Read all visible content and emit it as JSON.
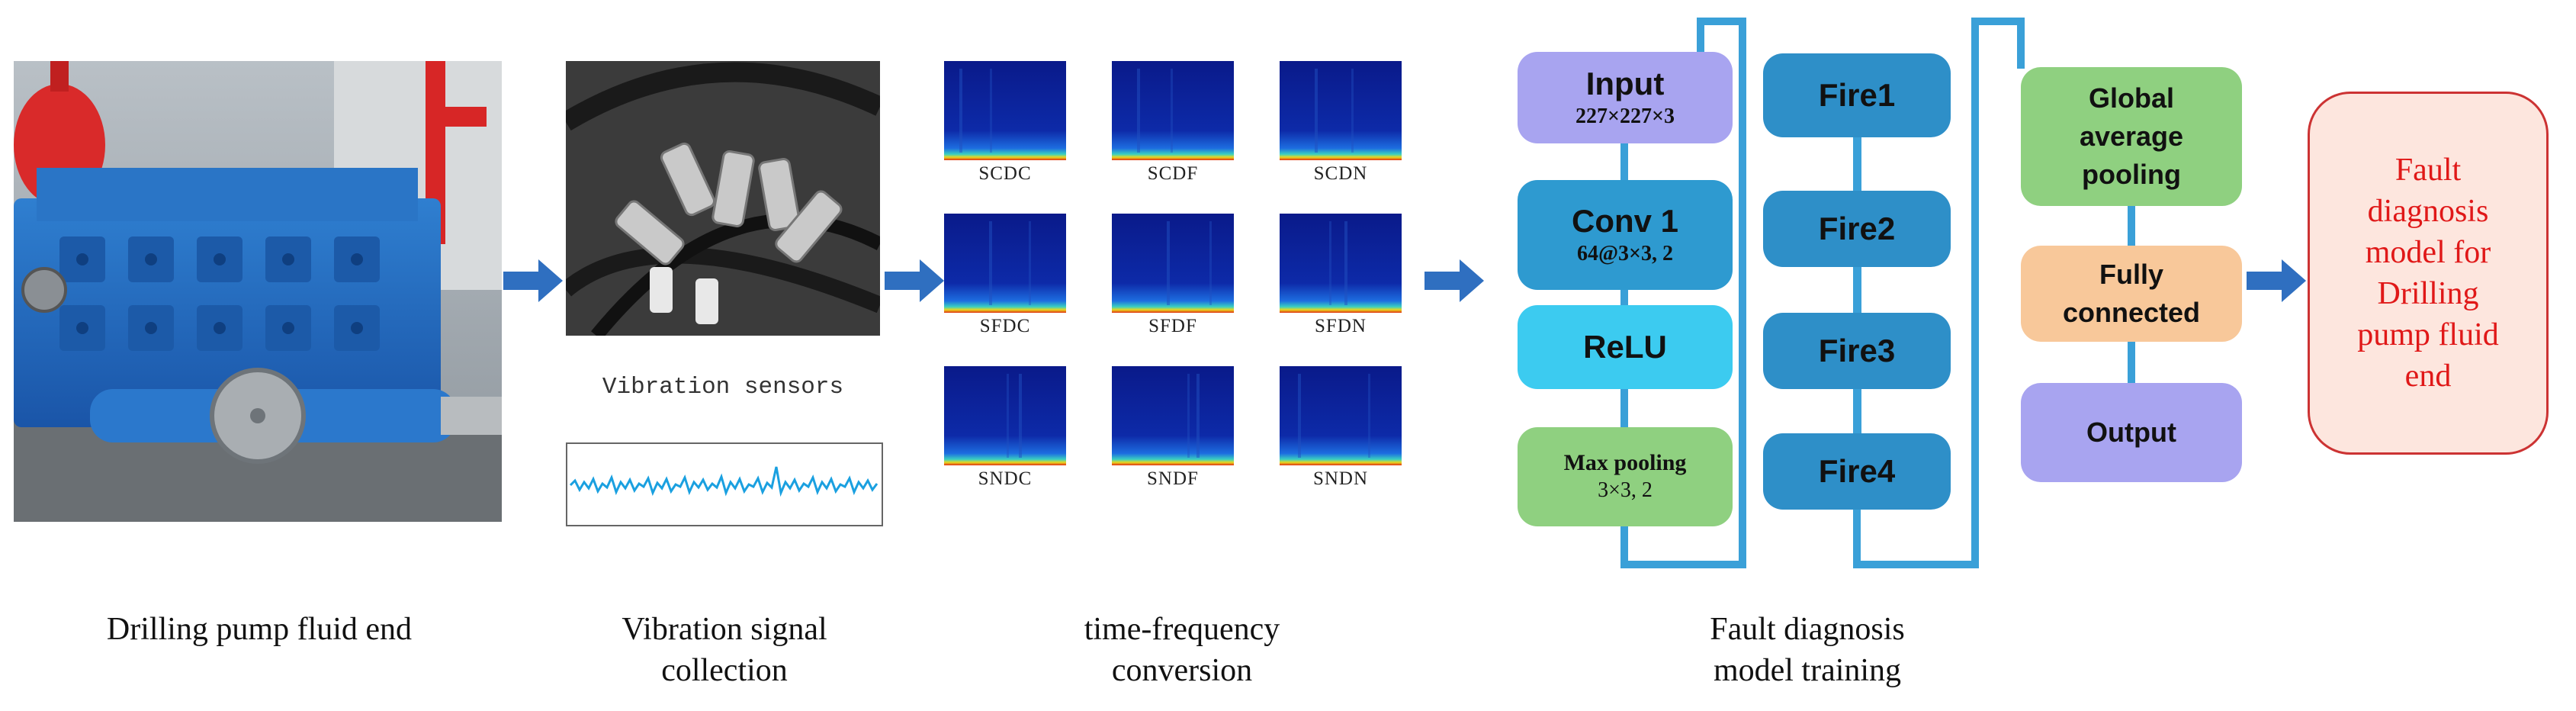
{
  "captions": {
    "pump": "Drilling pump fluid end",
    "vibration": [
      "Vibration signal",
      "collection"
    ],
    "tf": [
      "time-frequency",
      "conversion"
    ],
    "training": [
      "Fault diagnosis",
      "model training"
    ]
  },
  "sensor_label": "Vibration sensors",
  "spectrograms": [
    "SCDC",
    "SCDF",
    "SCDN",
    "SFDC",
    "SFDF",
    "SFDN",
    "SNDC",
    "SNDF",
    "SNDN"
  ],
  "cnn": {
    "input": {
      "title": "Input",
      "sub": "227×227×3"
    },
    "conv": {
      "title": "Conv 1",
      "sub": "64@3×3, 2"
    },
    "relu": {
      "title": "ReLU"
    },
    "pool": {
      "title": "Max pooling",
      "sub": "3×3, 2"
    },
    "fires": [
      "Fire1",
      "Fire2",
      "Fire3",
      "Fire4"
    ],
    "gap": [
      "Global",
      "average",
      "pooling"
    ],
    "fc": [
      "Fully",
      "connected"
    ],
    "output": "Output"
  },
  "result": [
    "Fault",
    "diagnosis",
    "model for",
    "Drilling",
    "pump fluid",
    "end"
  ],
  "colors": {
    "arrow": "#2f6fc0",
    "connector": "#3aa0d8",
    "result_text": "#e01818",
    "spectrogram": "#0a1a8a"
  }
}
